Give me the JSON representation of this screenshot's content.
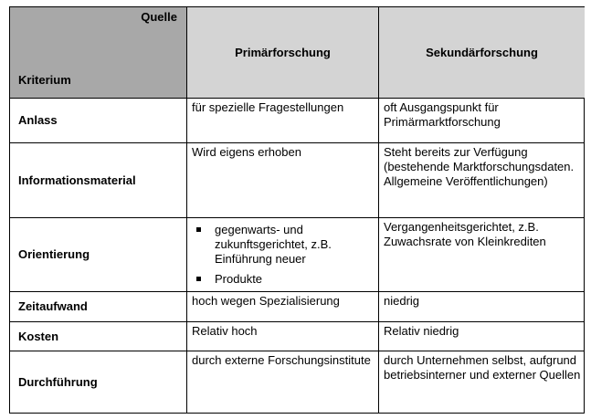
{
  "table": {
    "corner_top": "Quelle",
    "corner_bottom": "Kriterium",
    "col_primary": "Primärforschung",
    "col_secondary": "Sekundärforschung",
    "rows": [
      {
        "label": "Anlass",
        "primary": "für spezielle Fragestellungen",
        "secondary": "oft Ausgangspunkt für Primärmarktforschung"
      },
      {
        "label": "Informationsmaterial",
        "primary": "Wird eigens erhoben",
        "secondary": "Steht bereits zur Verfügung (bestehende Marktforschungsdaten. Allgemeine Veröffentlichungen)"
      },
      {
        "label": "Orientierung",
        "primary_bullets": [
          "gegenwarts- und zukunftsgerichtet, z.B. Einführung neuer",
          "Produkte"
        ],
        "secondary": "Vergangenheitsgerichtet, z.B. Zuwachsrate von Kleinkrediten"
      },
      {
        "label": "Zeitaufwand",
        "primary": "hoch wegen Spezialisierung",
        "secondary": "niedrig"
      },
      {
        "label": "Kosten",
        "primary": "Relativ hoch",
        "secondary": "Relativ niedrig"
      },
      {
        "label": "Durchführung",
        "primary": "durch externe Forschungsinstitute",
        "secondary": "durch Unternehmen selbst, aufgrund betriebsinterner und externer Quellen"
      }
    ]
  }
}
